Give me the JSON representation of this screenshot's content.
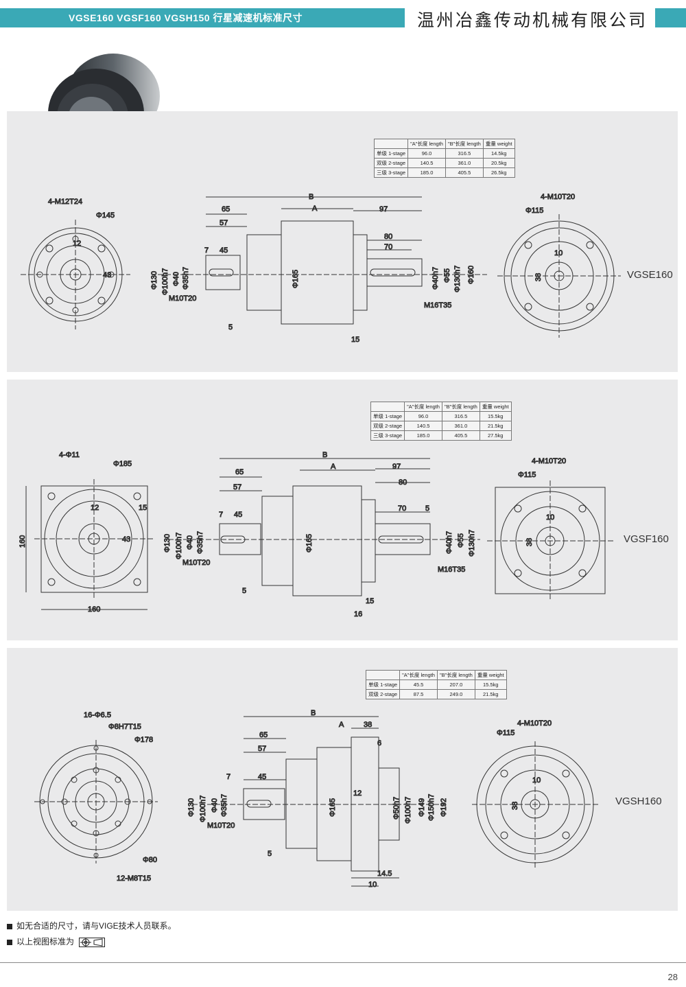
{
  "header": {
    "title": "VGSE160 VGSF160 VGSH150 行星减速机标准尺寸",
    "company": "温州冶鑫传动机械有限公司",
    "accent_color": "#3aa9b6"
  },
  "sections": [
    {
      "model": "VGSE160",
      "table": {
        "headers": [
          "",
          "\"A\"长度 length",
          "\"B\"长度  length",
          "重量 weight"
        ],
        "rows": [
          [
            "单级 1-stage",
            "96.0",
            "316.5",
            "14.5kg"
          ],
          [
            "双级 2-stage",
            "140.5",
            "361.0",
            "20.5kg"
          ],
          [
            "三级 3-stage",
            "185.0",
            "405.5",
            "26.5kg"
          ]
        ]
      },
      "labels": {
        "left_holes": "4-M12T24",
        "left_pcd": "Φ145",
        "left_12": "12",
        "left_43": "43",
        "B": "B",
        "A": "A",
        "d65": "65",
        "d57": "57",
        "d97": "97",
        "d80": "80",
        "d70": "70",
        "d7": "7",
        "d45": "45",
        "d5": "5",
        "d15": "15",
        "phi130": "Φ130",
        "phi100": "Φ100h7",
        "phi40": "Φ40",
        "phi35": "Φ35h7",
        "m10": "M10T20",
        "phi165": "Φ165",
        "phi40r": "Φ40h7",
        "phi55": "Φ55",
        "phi130r": "Φ130h7",
        "phi160": "Φ160",
        "m16": "M16T35",
        "right_holes": "4-M10T20",
        "right_pcd": "Φ115",
        "right_10": "10",
        "right_38": "38"
      }
    },
    {
      "model": "VGSF160",
      "table": {
        "headers": [
          "",
          "\"A\"长度 length",
          "\"B\"长度  length",
          "重量 weight"
        ],
        "rows": [
          [
            "单级 1-stage",
            "96.0",
            "316.5",
            "15.5kg"
          ],
          [
            "双级 2-stage",
            "140.5",
            "361.0",
            "21.5kg"
          ],
          [
            "三级 3-stage",
            "185.0",
            "405.5",
            "27.5kg"
          ]
        ]
      },
      "labels": {
        "left_holes": "4-Φ11",
        "left_pcd": "Φ185",
        "left_12": "12",
        "left_43": "43",
        "left_15": "15",
        "side160": "160",
        "bottom160": "160",
        "B": "B",
        "A": "A",
        "d65": "65",
        "d57": "57",
        "d97": "97",
        "d80": "80",
        "d70": "70",
        "d5r": "5",
        "d7": "7",
        "d45": "45",
        "d5": "5",
        "d15": "15",
        "d16": "16",
        "phi130": "Φ130",
        "phi100": "Φ100h7",
        "phi40": "Φ40",
        "phi35": "Φ35h7",
        "m10": "M10T20",
        "phi165": "Φ165",
        "phi40r": "Φ40h7",
        "phi55": "Φ55",
        "phi130r": "Φ130h7",
        "m16": "M16T35",
        "right_holes": "4-M10T20",
        "right_pcd": "Φ115",
        "right_10": "10",
        "right_38": "38"
      }
    },
    {
      "model": "VGSH160",
      "table": {
        "headers": [
          "",
          "\"A\"长度 length",
          "\"B\"长度  length",
          "重量 weight"
        ],
        "rows": [
          [
            "单级 1-stage",
            "45.5",
            "207.0",
            "15.5kg"
          ],
          [
            "双级 2-stage",
            "87.5",
            "249.0",
            "21.5kg"
          ]
        ]
      },
      "labels": {
        "left_holes": "16-Φ6.5",
        "left_pin": "Φ8H7T15",
        "left_pcd": "Φ178",
        "left_80": "Φ80",
        "left_m8": "12-M8T15",
        "B": "B",
        "A": "A",
        "d38": "38",
        "d65": "65",
        "d57": "57",
        "d6": "6",
        "d7": "7",
        "d45": "45",
        "d12": "12",
        "d5": "5",
        "d145": "14.5",
        "d10": "10",
        "phi130": "Φ130",
        "phi100": "Φ100h7",
        "phi40": "Φ40",
        "phi35": "Φ35h7",
        "m10": "M10T20",
        "phi165": "Φ165",
        "phi50": "Φ50h7",
        "phi100r": "Φ100h7",
        "phi149": "Φ149",
        "phi150": "Φ150h7",
        "phi192": "Φ192",
        "right_holes": "4-M10T20",
        "right_pcd": "Φ115",
        "right_10": "10",
        "right_38": "38"
      }
    }
  ],
  "notes": [
    "如无合适的尺寸，请与VIGE技术人员联系。",
    "以上视图标准为"
  ],
  "page_number": "28"
}
